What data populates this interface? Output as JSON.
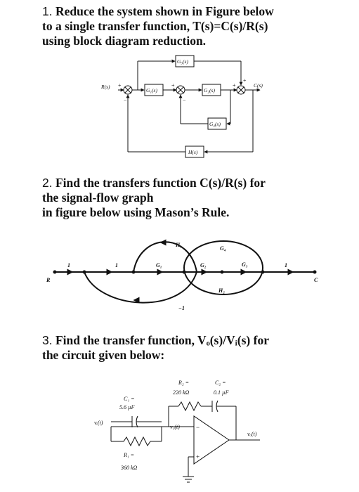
{
  "q1": {
    "number": "1.",
    "lines": [
      "Reduce the system shown in Figure below",
      "to a single transfer function, T(s)=C(s)/R(s)",
      "using block diagram reduction."
    ],
    "diagram": {
      "input": "R(s)",
      "output": "C(s)",
      "blocks": {
        "g1": "G₁(s)",
        "g2": "G₂(s)",
        "g3": "G₃(s)",
        "g4": "G₄(s)",
        "h": "H(s)"
      },
      "signs": {
        "plus": "+",
        "minus": "−"
      }
    }
  },
  "q2": {
    "number": "2.",
    "lines": [
      "Find the transfers function C(s)/R(s) for",
      "the signal-flow graph",
      "in figure below using Mason’s Rule."
    ],
    "graph": {
      "input": "R",
      "output": "C",
      "branch_one": "1",
      "gains": {
        "g1": "G₁",
        "g2": "G₂",
        "g3": "G₃",
        "g4": "G₄",
        "h1": "H₁",
        "h2": "H₂",
        "neg": "−1"
      }
    }
  },
  "q3": {
    "number": "3.",
    "lines": [
      "Find the transfer function, Vₒ(s)/Vᵢ(s) for",
      "the circuit given below:"
    ],
    "circuit": {
      "c1": [
        "C₁ =",
        "5.6 µF"
      ],
      "r1": [
        "R₁ =",
        "360 kΩ"
      ],
      "r2": [
        "R₂ =",
        "220 kΩ"
      ],
      "c2": [
        "C₂ =",
        "0.1 µF"
      ],
      "vin": "vᵢ(t)",
      "v1": "v₁(t)",
      "vout": "vₒ(t)",
      "plus": "+",
      "minus": "−"
    }
  }
}
